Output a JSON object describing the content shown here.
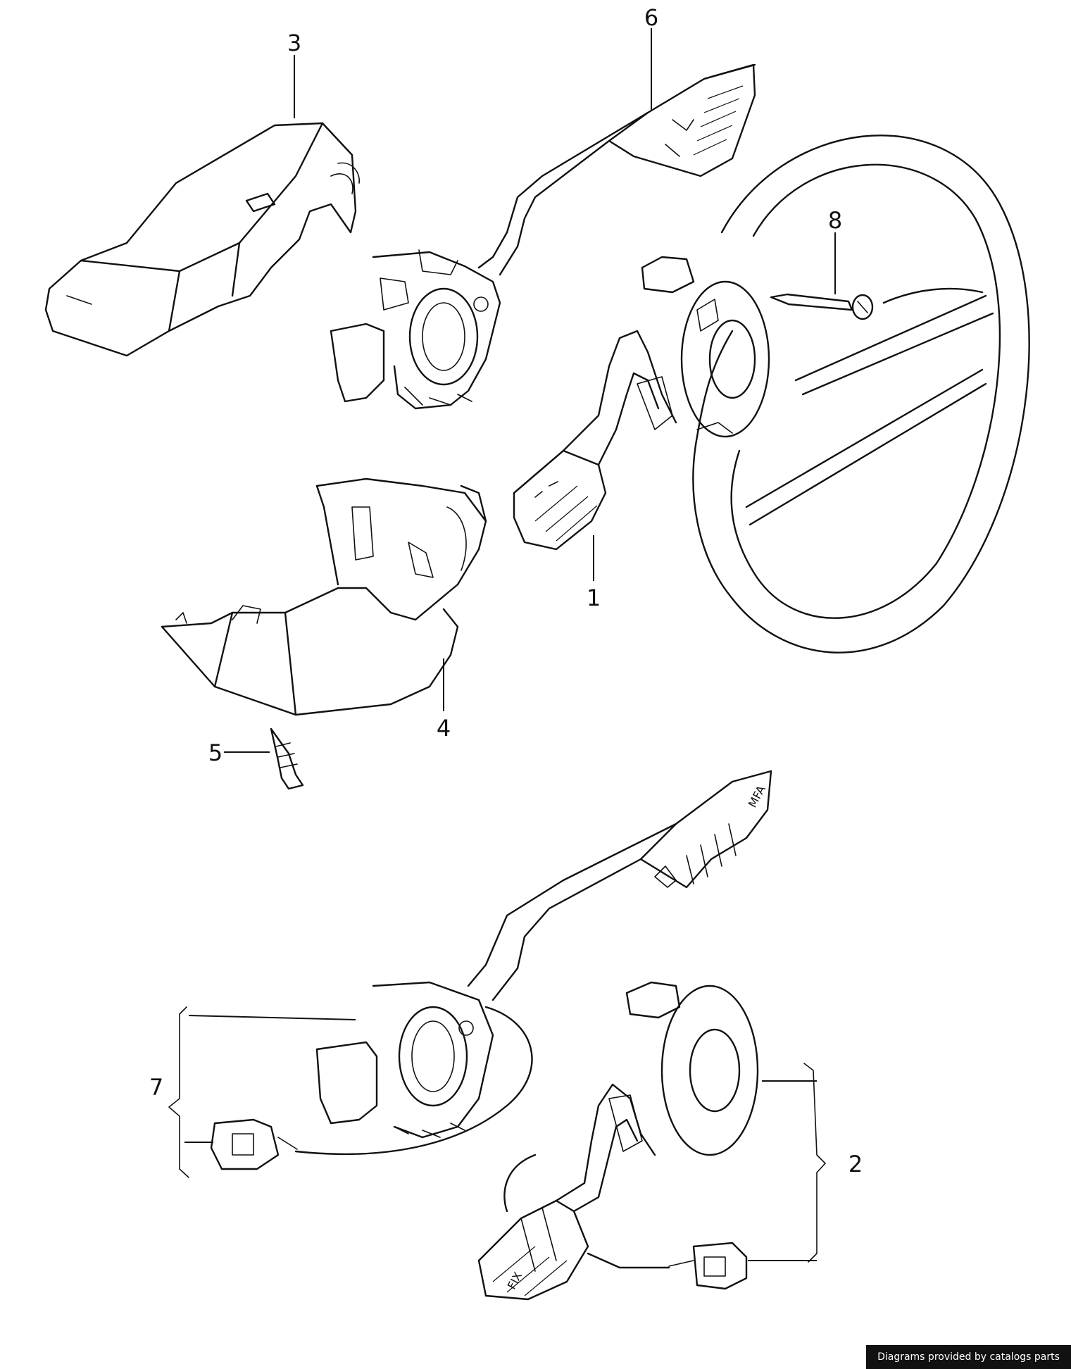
{
  "labels": {
    "p1": "1",
    "p2": "2",
    "p3": "3",
    "p4": "4",
    "p5": "5",
    "p6": "6",
    "p7": "7",
    "p8": "8"
  },
  "lever_text": {
    "fix": "FIX",
    "mfa": "MFA"
  },
  "credit": "Diagrams provided by catalogs parts"
}
